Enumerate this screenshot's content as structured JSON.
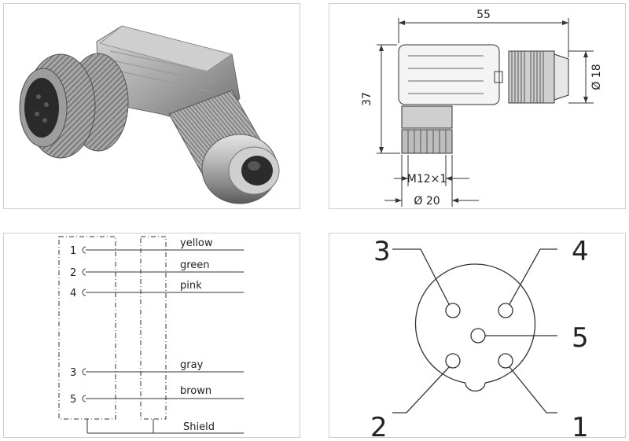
{
  "dimension_drawing": {
    "width_label": "55",
    "height_label": "37",
    "cable_diameter_label": "Ø 18",
    "thread_label": "M12×1",
    "nut_diameter_label": "Ø 20"
  },
  "wiring_diagram": {
    "wires": [
      {
        "pin": "1",
        "color": "yellow"
      },
      {
        "pin": "2",
        "color": "green"
      },
      {
        "pin": "4",
        "color": "pink"
      },
      {
        "pin": "3",
        "color": "gray"
      },
      {
        "pin": "5",
        "color": "brown"
      }
    ],
    "shield_label": "Shield"
  },
  "pinout": {
    "pins": [
      "1",
      "2",
      "3",
      "4",
      "5"
    ]
  }
}
